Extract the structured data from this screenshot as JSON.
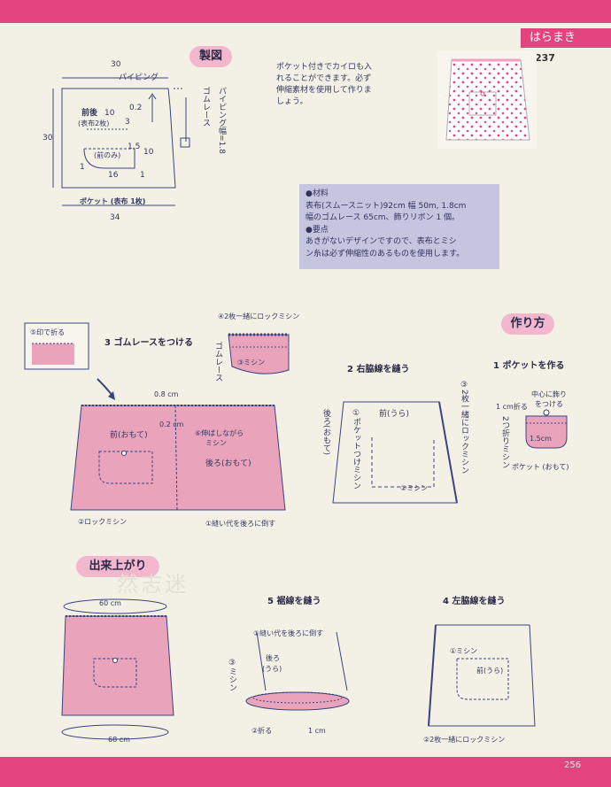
{
  "header": {
    "tab": "はらまき",
    "page": "237"
  },
  "footer": {
    "page": "256"
  },
  "sections": {
    "drafting": "製図",
    "howto": "作り方",
    "finished": "出来上がり"
  },
  "intro": [
    "ポケット付きでカイロも入",
    "れることができます。必ず",
    "伸縮素材を使用して作りま",
    "しょう。"
  ],
  "materials": {
    "heading": "●材料",
    "lines": [
      "表布(スムースニット)92cm 幅 50m, 1.8cm",
      "幅のゴムレース 65cm、飾りリボン 1 個。"
    ],
    "points_heading": "●要点",
    "points": [
      "あきがないデザインですので、表布とミシ",
      "ン糸は必ず伸縮性のあるものを使用します。"
    ]
  },
  "draft": {
    "top_width": "30",
    "piping": "パイピング",
    "lace": "ゴムレース",
    "piping_width": "パイピング幅=1.8",
    "front_back": "前後",
    "front_back_sub": "(表布2枚)",
    "n10": "10",
    "n02": "0.2",
    "n3": "3",
    "n15": "1.5",
    "n10b": "10",
    "front_only": "(前のみ)",
    "n1a": "1",
    "n16": "16",
    "n1b": "1",
    "height": "30",
    "pocket": "ポケット (表布 1枚)",
    "bottom_width": "34"
  },
  "step1": {
    "title": "1 ポケットを作る",
    "center_ribbon": "中心に飾り",
    "center_ribbon2": "をつける",
    "fold1": "1 cm折る",
    "fold2": "2つ折りミシン",
    "size": "1.5cm",
    "pocket_face": "ポケット (おもて)"
  },
  "step2": {
    "title": "2 右脇線を縫う",
    "back_face": "後ろ(おもて)",
    "pocket_stitch": "①ポケットつけミシン",
    "front_back": "前(うら)",
    "stitch": "②ミシン",
    "lock": "③2枚一緒にロックミシン"
  },
  "step3": {
    "title": "3 ゴムレースをつける",
    "fold_mark": "⑤印で折る",
    "lock_together": "④2枚一緒にロックミシン",
    "lace": "ゴムレース",
    "stitch": "③ミシン",
    "n08": "0.8 cm",
    "n02": "0.2 cm",
    "front_face": "前(おもて)",
    "stretch": "⑥伸ばしながら",
    "stretch2": "ミシン",
    "back_face": "後ろ(おもて)",
    "lock2": "②ロックミシン",
    "allowance": "①縫い代を後ろに倒す"
  },
  "step4": {
    "title": "4 左脇線を縫う",
    "stitch": "①ミシン",
    "front_back": "前(うら)",
    "lock": "②2枚一緒にロックミシン"
  },
  "step5": {
    "title": "5 裾線を縫う",
    "allowance": "①縫い代を後ろに倒す",
    "back": "後ろ",
    "back_sub": "(うら)",
    "stitch": "③ミシン",
    "fold": "②折る",
    "n1": "1 cm"
  },
  "finished": {
    "top": "60 cm",
    "bottom": "68 cm"
  },
  "watermark": "然志迷",
  "colors": {
    "pink": "#e3437e",
    "fabric": "#e9a3bb",
    "ink": "#3a4280",
    "box": "#c6c5df"
  }
}
